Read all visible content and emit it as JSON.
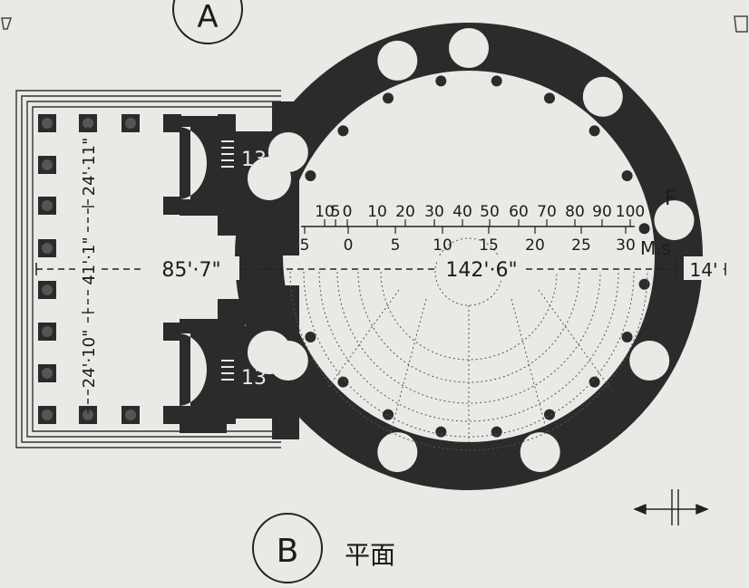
{
  "circle_labels": {
    "top": "A",
    "bottom": "B"
  },
  "caption": "平面",
  "hall_marks": {
    "tl": "13",
    "bl": "13"
  },
  "dimensions": {
    "portico_length": "85'·7\"",
    "rotunda_diameter": "142'·6\"",
    "wall_thickness": "14'",
    "portico_width": "41'·1\"",
    "bay_top": "24'·11\"",
    "bay_bottom": "24'·10\""
  },
  "scale": {
    "feet_title": "F",
    "meters_title": "M.s",
    "feet_labels": [
      "10",
      "5",
      "0",
      "10",
      "20",
      "30",
      "40",
      "50",
      "60",
      "70",
      "80",
      "90",
      "100"
    ],
    "meter_labels": [
      "5",
      "0",
      "5",
      "10",
      "15",
      "20",
      "25",
      "30"
    ]
  },
  "colors": {
    "paper": "#e9e9e6",
    "ink": "#2b2b2b"
  }
}
